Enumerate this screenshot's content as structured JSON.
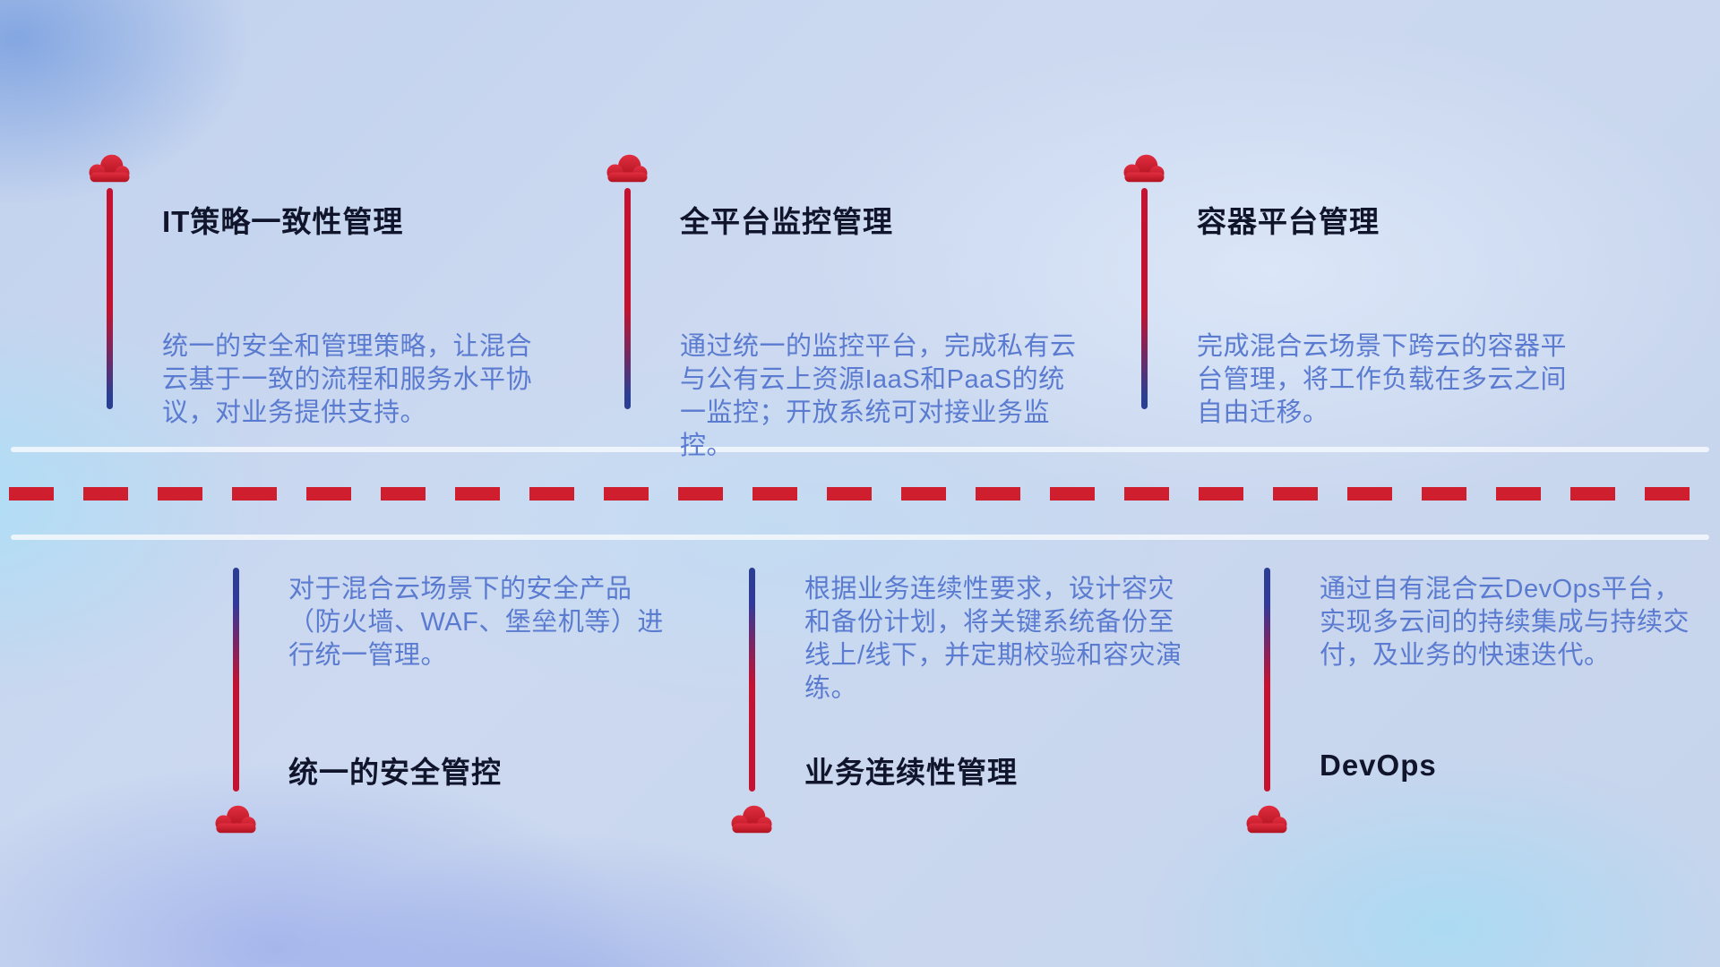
{
  "timeline": {
    "top_items": [
      {
        "title": "IT策略一致性管理",
        "description": "统一的安全和管理策略，让混合云基于一致的流程和服务水平协议，对业务提供支持。"
      },
      {
        "title": "全平台监控管理",
        "description": "通过统一的监控平台，完成私有云与公有云上资源IaaS和PaaS的统一监控；开放系统可对接业务监控。"
      },
      {
        "title": "容器平台管理",
        "description": "完成混合云场景下跨云的容器平台管理，将工作负载在多云之间自由迁移。"
      }
    ],
    "bottom_items": [
      {
        "title": "统一的安全管控",
        "description": "对于混合云场景下的安全产品（防火墙、WAF、堡垒机等）进行统一管理。"
      },
      {
        "title": "业务连续性管理",
        "description": "根据业务连续性要求，设计容灾和备份计划，将关键系统备份至线上/线下，并定期校验和容灾演练。"
      },
      {
        "title": "DevOps",
        "description": "通过自有混合云DevOps平台，实现多云间的持续集成与持续交付，及业务的快速迭代。"
      }
    ]
  },
  "icons": {
    "cloud": "cloud-icon"
  },
  "colors": {
    "accent_red": "#cf1f2f",
    "accent_blue": "#2b3f92",
    "title_text": "#10152b",
    "description_text": "#5a7bd0",
    "divider": "#f2f6fd"
  }
}
